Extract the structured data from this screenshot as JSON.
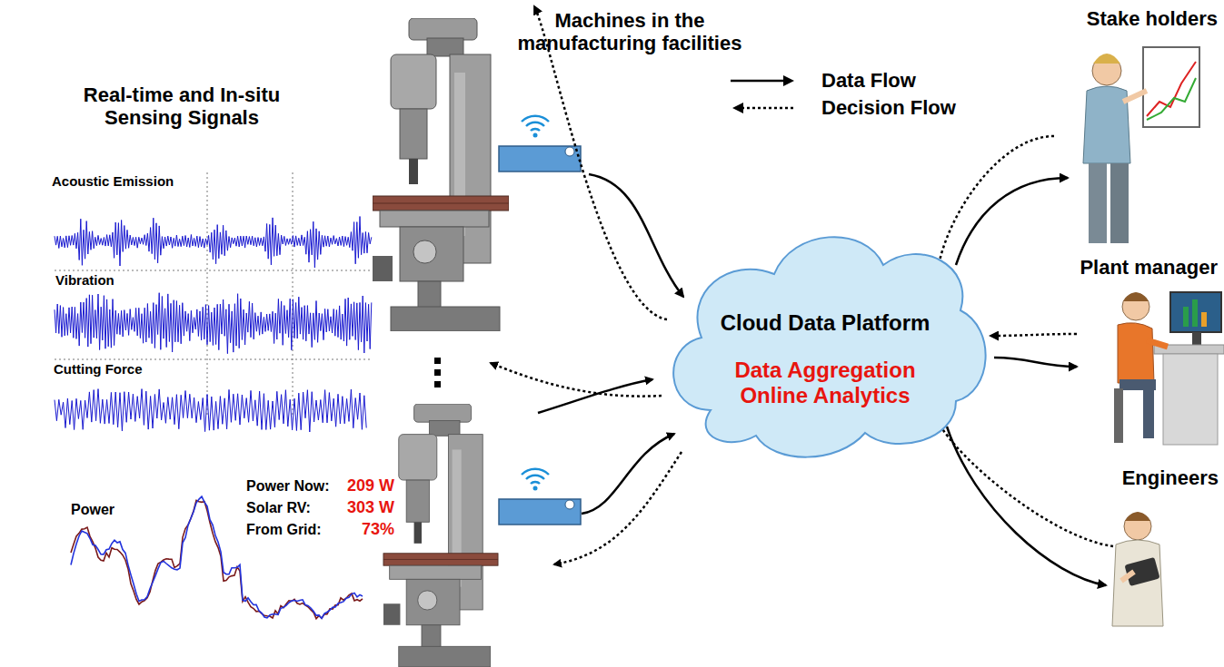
{
  "diagram": {
    "nodes": [
      {
        "text": [
          "Machines in the manufacturing facilities"
        ]
      },
      {
        "text": [
          "Cloud Data Platform",
          "Data Aggregation Online Analytics"
        ]
      },
      {
        "text": [
          "Stake holders"
        ]
      },
      {
        "text": [
          "Plant manager"
        ]
      },
      {
        "text": [
          "Engineers"
        ]
      }
    ],
    "edges": [
      {
        "from": 0,
        "to": 1,
        "arrow": "to"
      },
      {
        "from": 1,
        "to": 0,
        "arrow": "to"
      },
      {
        "from": 1,
        "to": 2,
        "arrow": "to"
      },
      {
        "from": 2,
        "to": 1,
        "arrow": "to"
      },
      {
        "from": 1,
        "to": 3,
        "arrow": "to"
      },
      {
        "from": 3,
        "to": 1,
        "arrow": "to"
      },
      {
        "from": 1,
        "to": 4,
        "arrow": "to"
      },
      {
        "from": 4,
        "to": 1,
        "arrow": "to"
      }
    ],
    "labels": [
      "Real-time and In-situ Sensing Signals",
      "Acoustic Emission",
      "Vibration",
      "Cutting Force",
      "Power",
      "Power Now:",
      "209 W",
      "Solar RV:",
      "303 W",
      "From Grid:",
      "73%"
    ],
    "legend": [
      {
        "text": "Data Flow"
      },
      {
        "text": "Decision Flow"
      }
    ]
  }
}
